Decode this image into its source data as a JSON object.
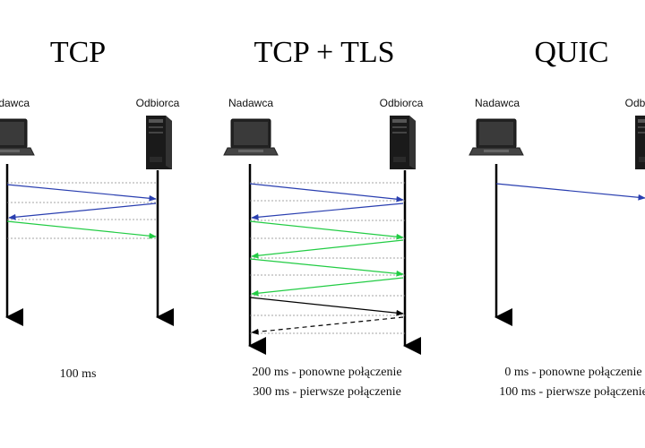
{
  "panels": [
    {
      "title": "TCP",
      "sender_label": "Nadawca",
      "receiver_label": "Odbiorca",
      "captions": [
        "100 ms"
      ]
    },
    {
      "title": "TCP + TLS",
      "sender_label": "Nadawca",
      "receiver_label": "Odbiorca",
      "captions": [
        "200 ms - ponowne połączenie",
        "300 ms - pierwsze połączenie"
      ]
    },
    {
      "title": "QUIC",
      "sender_label": "Nadawca",
      "receiver_label": "Odbiorca",
      "captions": [
        "0 ms - ponowne połączenie",
        "100 ms - pierwsze połączenie"
      ]
    }
  ],
  "colors": {
    "handshake": "#2a3fb0",
    "tls": "#22cc44",
    "data": "#000000",
    "timeline": "#000000",
    "gridline": "#888888"
  }
}
